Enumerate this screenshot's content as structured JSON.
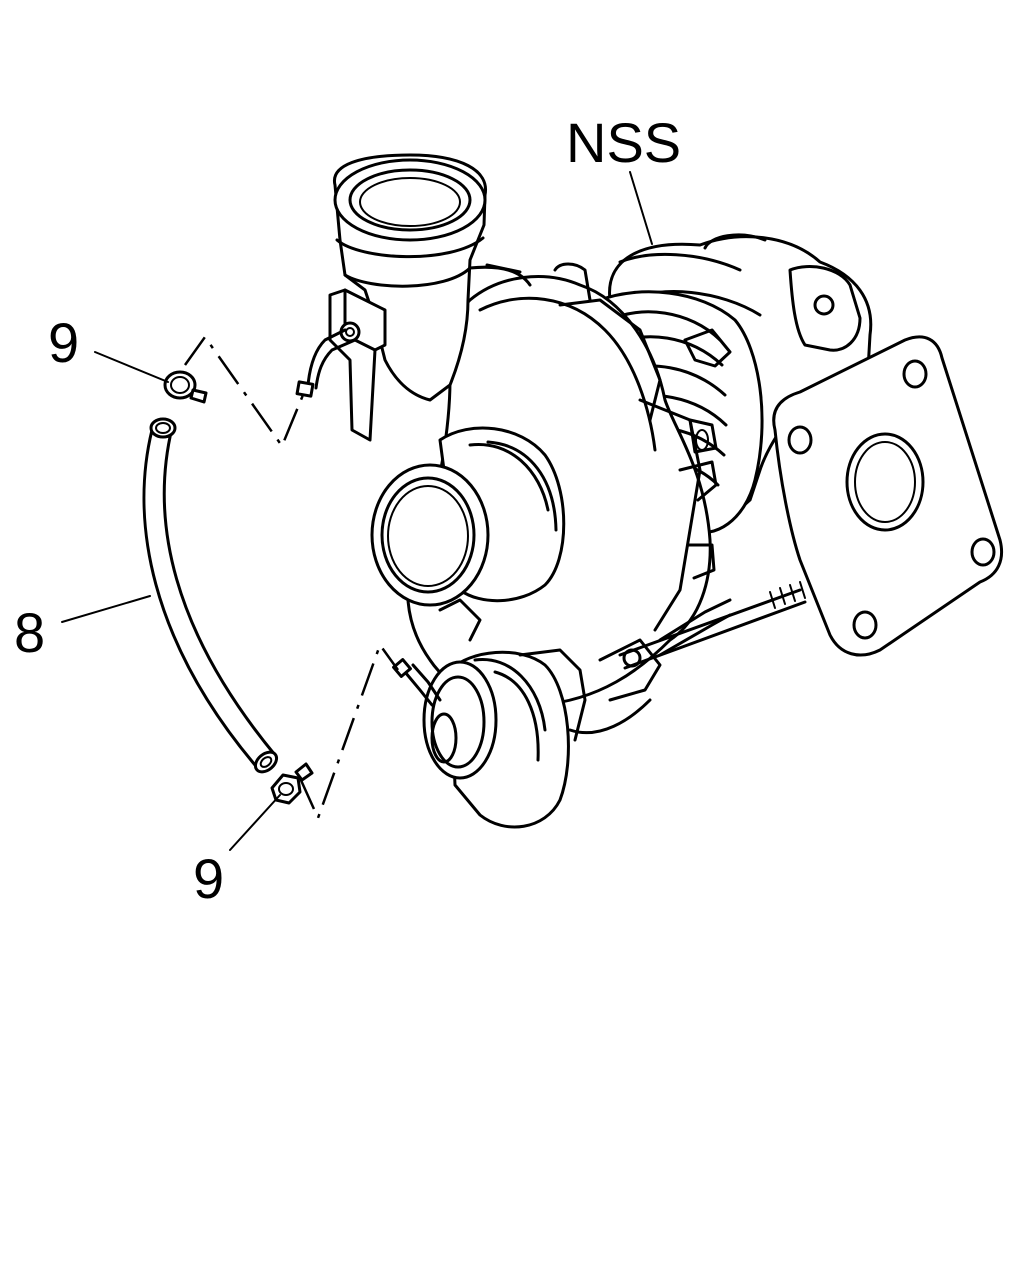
{
  "callouts": {
    "assembly": "NSS",
    "clamp_top": "9",
    "hose": "8",
    "clamp_bottom": "9"
  }
}
